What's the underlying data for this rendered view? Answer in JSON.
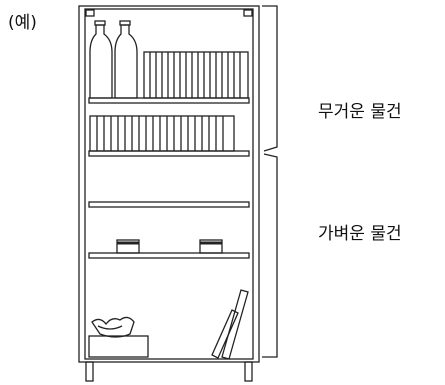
{
  "diagram": {
    "example_label": "(예)",
    "upper_label": "무거운 물건",
    "lower_label": "가벼운 물건"
  }
}
